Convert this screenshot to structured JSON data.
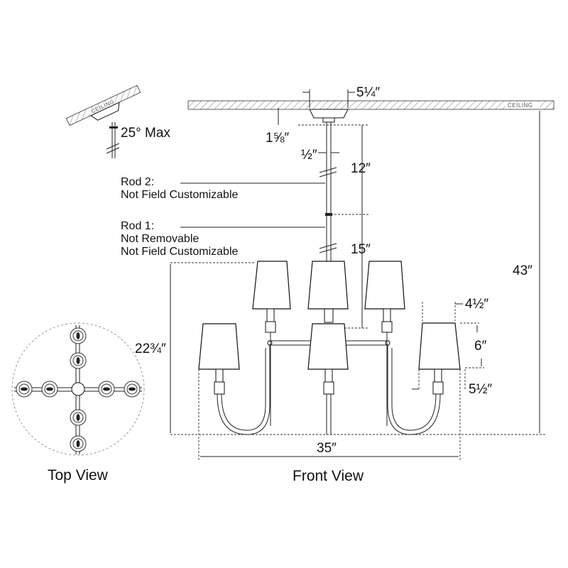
{
  "ceiling": {
    "label": "CEILING",
    "small_label": "CEILING",
    "tilt_label": "25° Max"
  },
  "rods": {
    "rod2_title": "Rod 2:",
    "rod2_note": "Not Field Customizable",
    "rod1_title": "Rod 1:",
    "rod1_note1": "Not Removable",
    "rod1_note2": "Not Field Customizable"
  },
  "dimensions": {
    "canopy_width": "5¼″",
    "canopy_height": "1⅝″",
    "rod_diameter": "½″",
    "rod2_length": "12″",
    "rod1_length": "15″",
    "overall_height": "43″",
    "body_height": "22¾″",
    "overall_width": "35″",
    "shade_top": "4½″",
    "shade_height": "6″",
    "shade_bottom": "5½″"
  },
  "views": {
    "top": "Top View",
    "front": "Front View"
  }
}
